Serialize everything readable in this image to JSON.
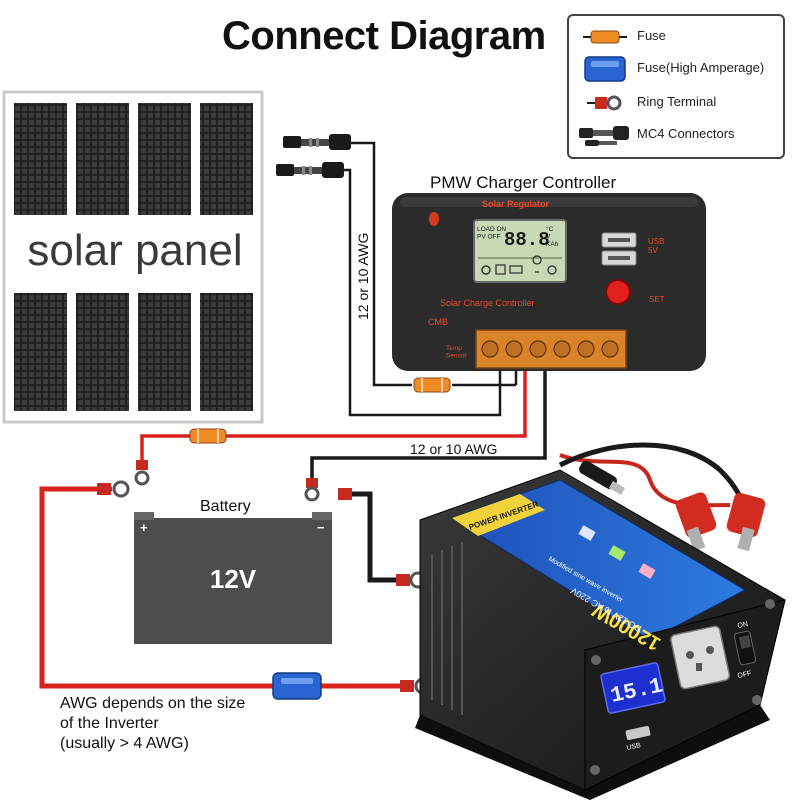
{
  "title": "Connect Diagram",
  "legend": {
    "items": [
      {
        "label": "Fuse",
        "icon": "fuse-icon",
        "color": "#f08a24"
      },
      {
        "label": "Fuse(High Amperage)",
        "icon": "high-amp-fuse-icon",
        "color": "#2a64d0"
      },
      {
        "label": "Ring Terminal",
        "icon": "ring-terminal-icon",
        "color": "#cc2a1e"
      },
      {
        "label": "MC4 Connectors",
        "icon": "mc4-connector-icon",
        "color": "#222222"
      }
    ]
  },
  "solar_panel": {
    "label": "solar panel"
  },
  "controller": {
    "title": "PMW Charger Controller",
    "header": "Solar Regulator",
    "lcd_left": "LOAD ON\nPV OFF",
    "lcd_digits": "88.8",
    "lcd_units": "°C\nV\nKAh",
    "usb_label": "USB\n5V",
    "set_label": "SET",
    "sub_label": "Solar Charge Controller",
    "brand": "CMB",
    "temp_label": "Temp\nSensor"
  },
  "wire_labels": {
    "pv_gauge": "12 or 10 AWG",
    "battery_gauge": "12 or 10 AWG"
  },
  "battery": {
    "title": "Battery",
    "voltage": "12V",
    "plus": "+",
    "minus": "−"
  },
  "inverter_note": {
    "line1": "AWG depends on the size",
    "line2": "of the Inverter",
    "line3": "(usually  > 4 AWG)"
  },
  "inverter": {
    "brand": "POWER INVERTER",
    "rating": "12000W",
    "spec": "DC 12V to AC 220V",
    "spec2": "Modified sine wave inverter",
    "display": "15.1",
    "on_label": "ON",
    "off_label": "OFF",
    "usb_label": "USB"
  },
  "colors": {
    "red_wire": "#d9221b",
    "black_wire": "#1a1a1a",
    "fuse": "#f08a24",
    "high_amp_fuse": "#2a64d0",
    "controller_body": "#2b2b2b",
    "terminal_block": "#d9842a",
    "lcd": "#c9d9b6",
    "battery_body": "#4d4d4d"
  }
}
